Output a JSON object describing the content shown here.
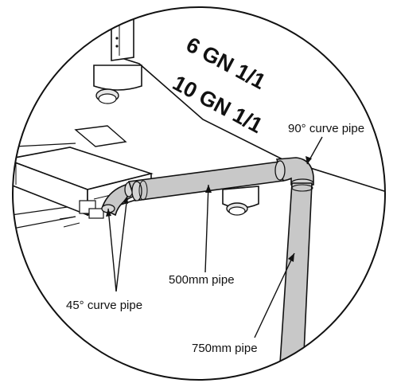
{
  "unit_markings": {
    "line1": "6 GN 1/1",
    "line2": "10 GN 1/1"
  },
  "callouts": {
    "curve_90": "90° curve pipe",
    "pipe_500": "500mm pipe",
    "curve_45": "45° curve pipe",
    "pipe_750": "750mm pipe"
  },
  "colors": {
    "pipe_fill": "#c8c8c8",
    "outline": "#111111",
    "background": "#ffffff"
  }
}
